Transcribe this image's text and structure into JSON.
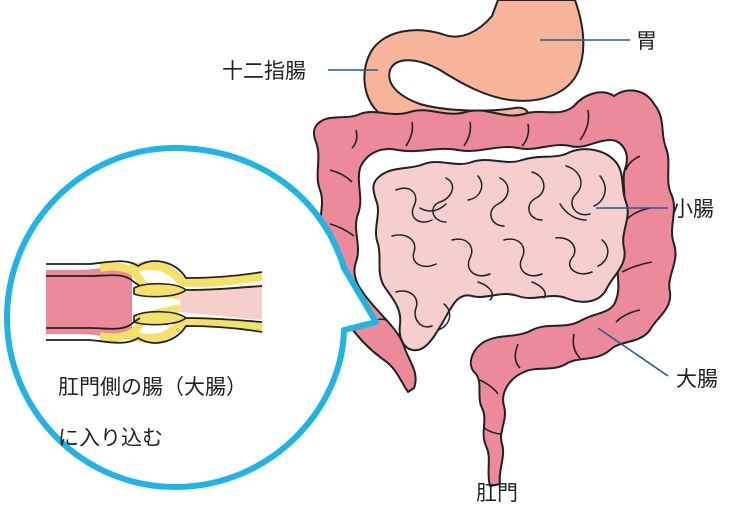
{
  "labels": {
    "stomach": "胃",
    "duodenum": "十二指腸",
    "small_intestine": "小腸",
    "large_intestine": "大腸",
    "anus": "肛門"
  },
  "callout": {
    "line1": "肛門側の腸（大腸）",
    "line2": "に入り込む"
  },
  "colors": {
    "stomach_fill": "#f7b49a",
    "large_intestine_fill": "#ec8a99",
    "small_intestine_fill": "#f6cfcd",
    "callout_border": "#1eb4e8",
    "wall_yellow": "#f4e167",
    "outline": "#222222",
    "leader_line": "#1f5f93"
  }
}
